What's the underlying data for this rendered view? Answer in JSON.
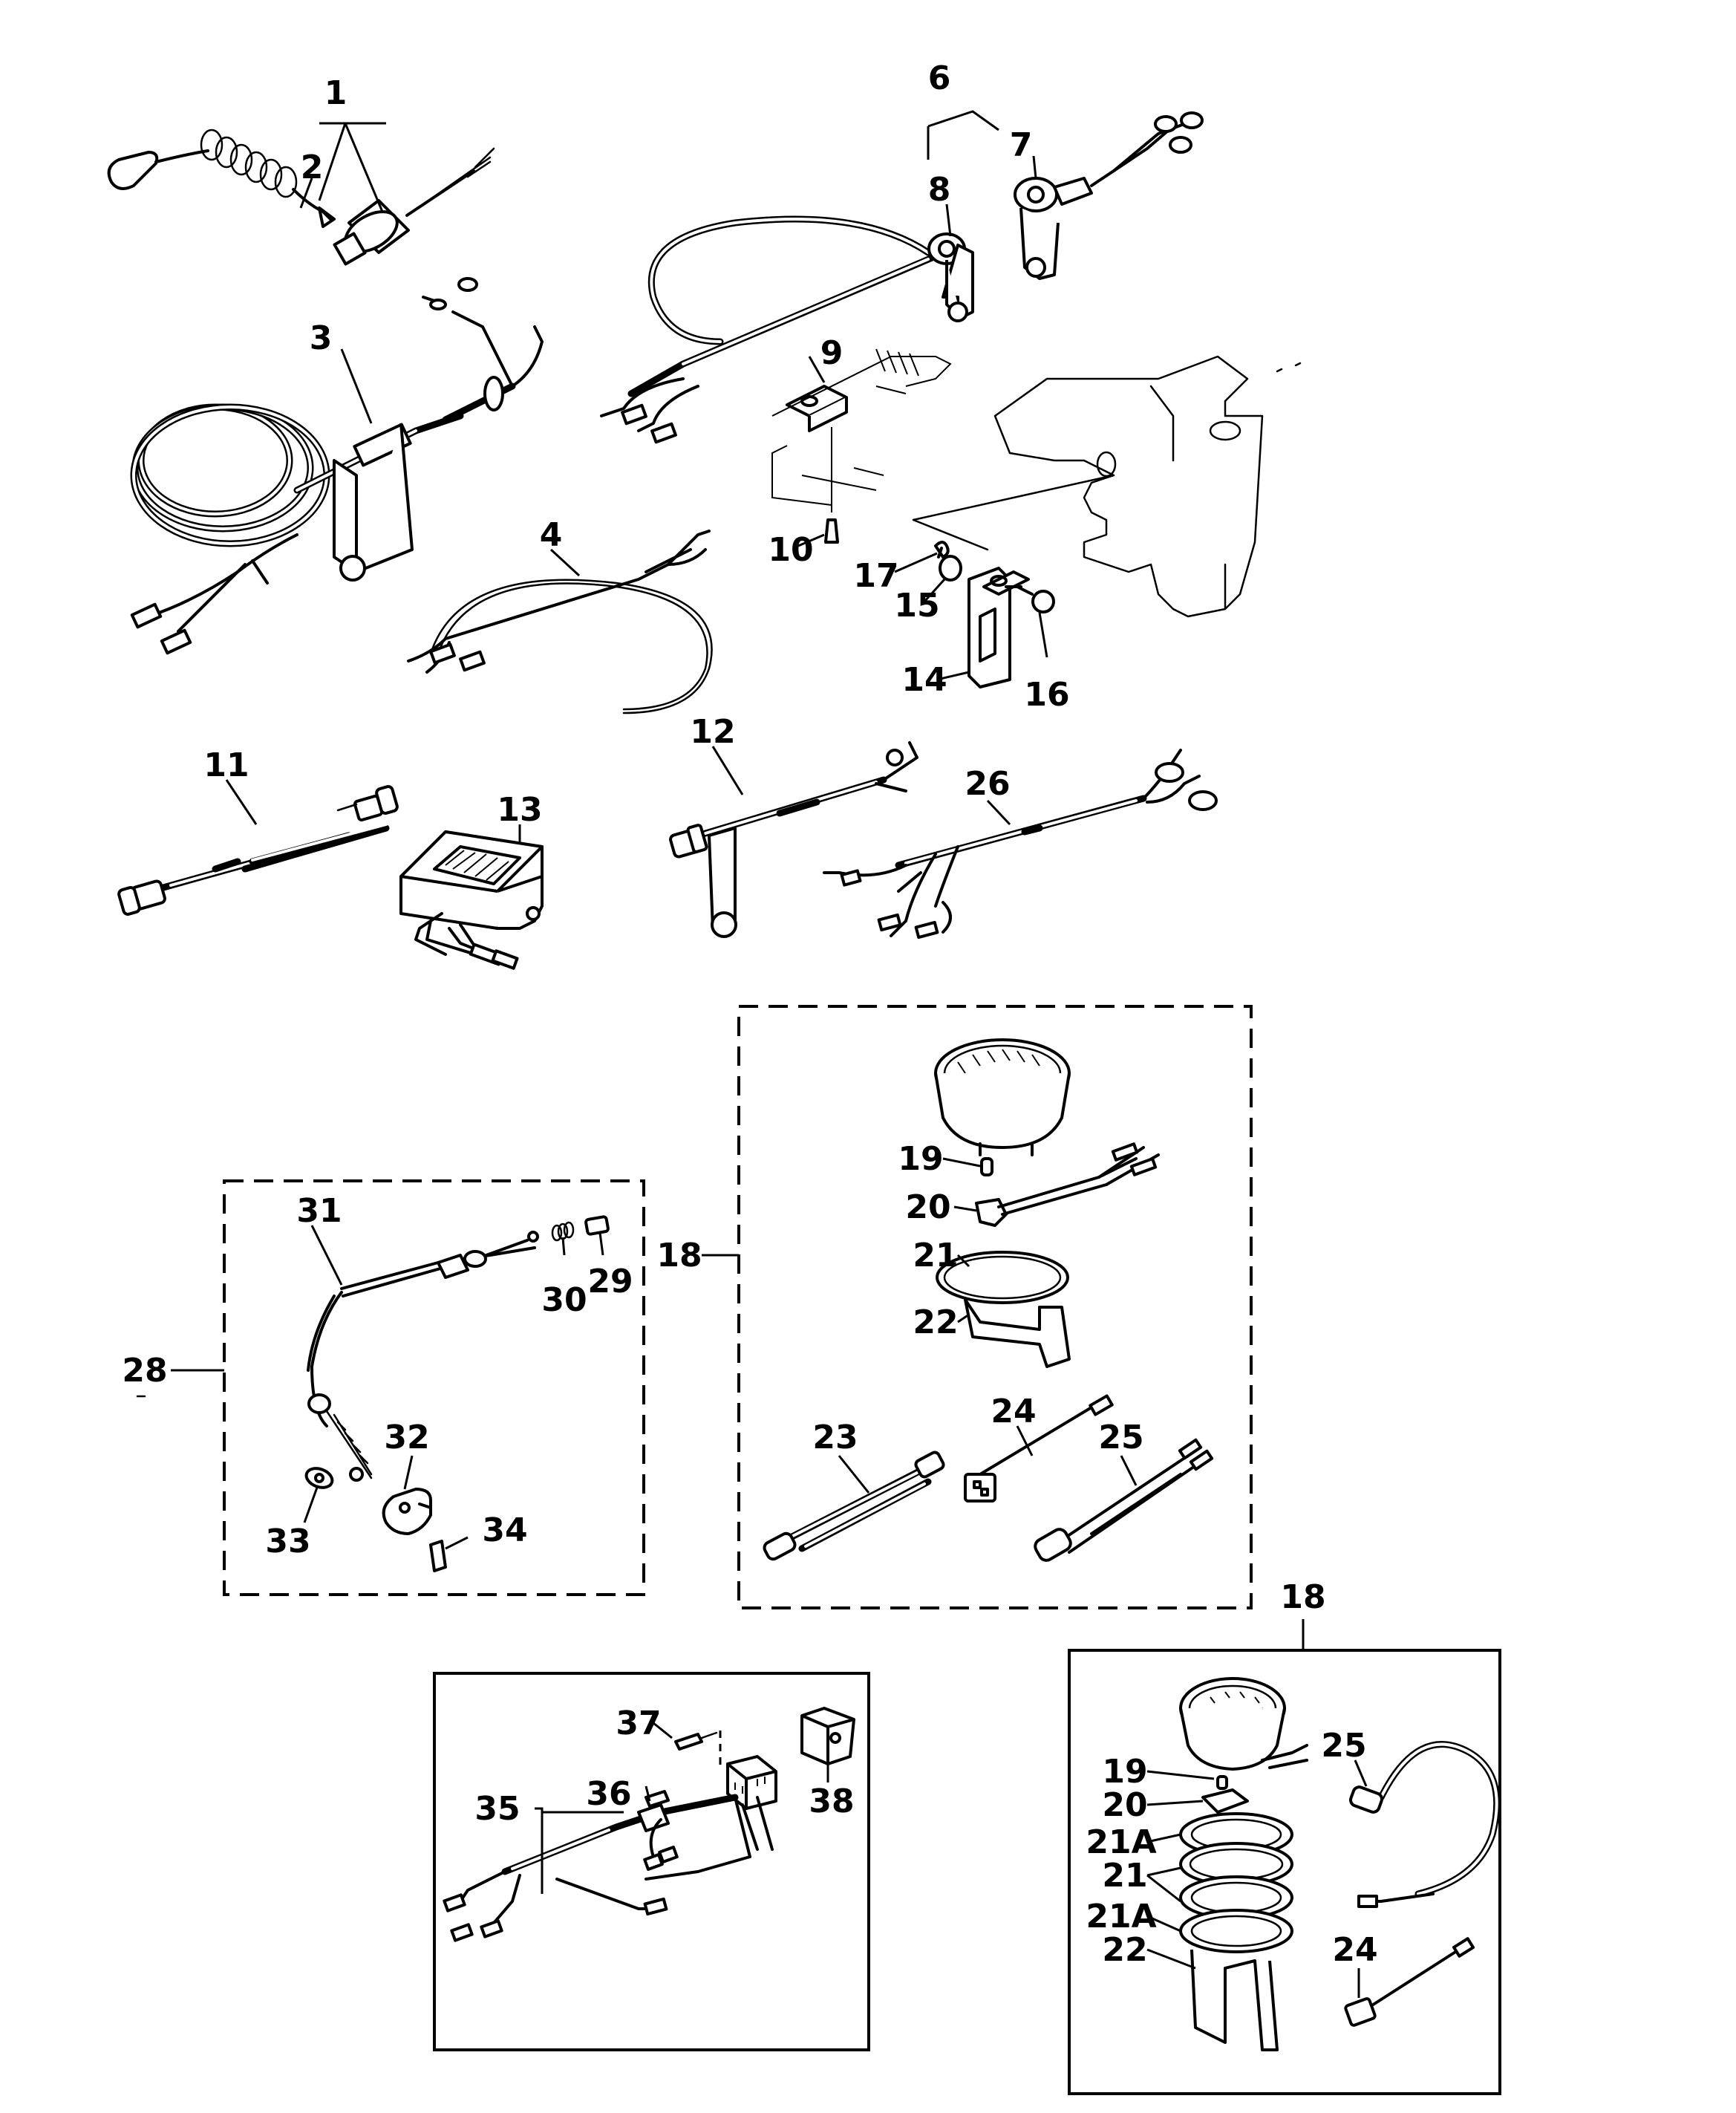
{
  "callouts": [
    {
      "id": "c1",
      "text": "1"
    },
    {
      "id": "c2",
      "text": "2"
    },
    {
      "id": "c3",
      "text": "3"
    },
    {
      "id": "c4",
      "text": "4"
    },
    {
      "id": "c6",
      "text": "6"
    },
    {
      "id": "c7",
      "text": "7"
    },
    {
      "id": "c8",
      "text": "8"
    },
    {
      "id": "c9",
      "text": "9"
    },
    {
      "id": "c10",
      "text": "10"
    },
    {
      "id": "c11",
      "text": "11"
    },
    {
      "id": "c12",
      "text": "12"
    },
    {
      "id": "c13",
      "text": "13"
    },
    {
      "id": "c14",
      "text": "14"
    },
    {
      "id": "c15",
      "text": "15"
    },
    {
      "id": "c16",
      "text": "16"
    },
    {
      "id": "c17",
      "text": "17"
    },
    {
      "id": "c18a",
      "text": "18"
    },
    {
      "id": "c18b",
      "text": "18"
    },
    {
      "id": "c19a",
      "text": "19"
    },
    {
      "id": "c19b",
      "text": "19"
    },
    {
      "id": "c20a",
      "text": "20"
    },
    {
      "id": "c20b",
      "text": "20"
    },
    {
      "id": "c21a",
      "text": "21"
    },
    {
      "id": "c21b",
      "text": "21"
    },
    {
      "id": "c21A1",
      "text": "21A"
    },
    {
      "id": "c21A2",
      "text": "21A"
    },
    {
      "id": "c22a",
      "text": "22"
    },
    {
      "id": "c22b",
      "text": "22"
    },
    {
      "id": "c23",
      "text": "23"
    },
    {
      "id": "c24a",
      "text": "24"
    },
    {
      "id": "c24b",
      "text": "24"
    },
    {
      "id": "c25a",
      "text": "25"
    },
    {
      "id": "c25b",
      "text": "25"
    },
    {
      "id": "c26",
      "text": "26"
    },
    {
      "id": "c28",
      "text": "28"
    },
    {
      "id": "c29",
      "text": "29"
    },
    {
      "id": "c30",
      "text": "30"
    },
    {
      "id": "c31",
      "text": "31"
    },
    {
      "id": "c32",
      "text": "32"
    },
    {
      "id": "c33",
      "text": "33"
    },
    {
      "id": "c34",
      "text": "34"
    },
    {
      "id": "c35",
      "text": "35"
    },
    {
      "id": "c36",
      "text": "36"
    },
    {
      "id": "c37",
      "text": "37"
    },
    {
      "id": "c38",
      "text": "38"
    }
  ]
}
